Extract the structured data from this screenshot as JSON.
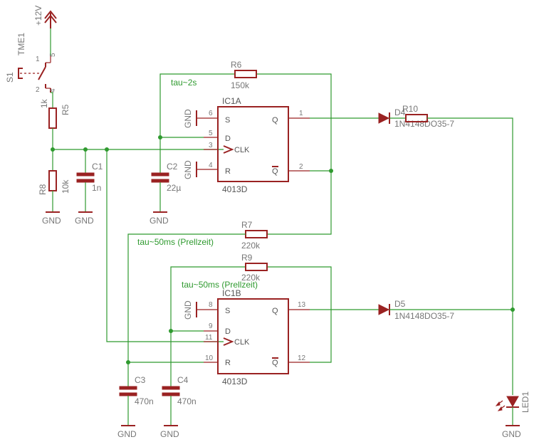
{
  "power": {
    "label": "+12V"
  },
  "switch": {
    "name": "S1",
    "value": "TME1",
    "pin1": "1",
    "pin2": "2",
    "pin3": "4",
    "pin4": "5"
  },
  "r5": {
    "name": "R5",
    "value": "1k"
  },
  "r8": {
    "name": "R8",
    "value": "10k"
  },
  "c1": {
    "name": "C1",
    "value": "1n"
  },
  "c2": {
    "name": "C2",
    "value": "22µ"
  },
  "c3": {
    "name": "C3",
    "value": "470n"
  },
  "c4": {
    "name": "C4",
    "value": "470n"
  },
  "r6": {
    "name": "R6",
    "value": "150k"
  },
  "r7": {
    "name": "R7",
    "value": "220k"
  },
  "r9": {
    "name": "R9",
    "value": "220k"
  },
  "r10": {
    "name": "R10"
  },
  "d4": {
    "name": "D4",
    "value": "1N4148DO35-7"
  },
  "d5": {
    "name": "D5",
    "value": "1N4148DO35-7"
  },
  "led": {
    "name": "LED1"
  },
  "ic1a": {
    "name": "IC1A",
    "type": "4013D",
    "S": "S",
    "D": "D",
    "CLK": "CLK",
    "R": "R",
    "Q": "Q",
    "QN": "Q",
    "pinS": "6",
    "pinD": "5",
    "pinCLK": "3",
    "pinR": "4",
    "pinQ": "1",
    "pinQN": "2"
  },
  "ic1b": {
    "name": "IC1B",
    "type": "4013D",
    "S": "S",
    "D": "D",
    "CLK": "CLK",
    "R": "R",
    "Q": "Q",
    "QN": "Q",
    "pinS": "8",
    "pinD": "9",
    "pinCLK": "11",
    "pinR": "10",
    "pinQ": "13",
    "pinQN": "12"
  },
  "notes": {
    "tau1": "tau~2s",
    "tau2": "tau~50ms (Prellzeit)",
    "tau3": "tau~50ms (Prellzeit)"
  },
  "gnd": {
    "label": "GND"
  },
  "colors": {
    "wire": "#2f9a2f",
    "part": "#9a2222",
    "text": "#777777"
  }
}
